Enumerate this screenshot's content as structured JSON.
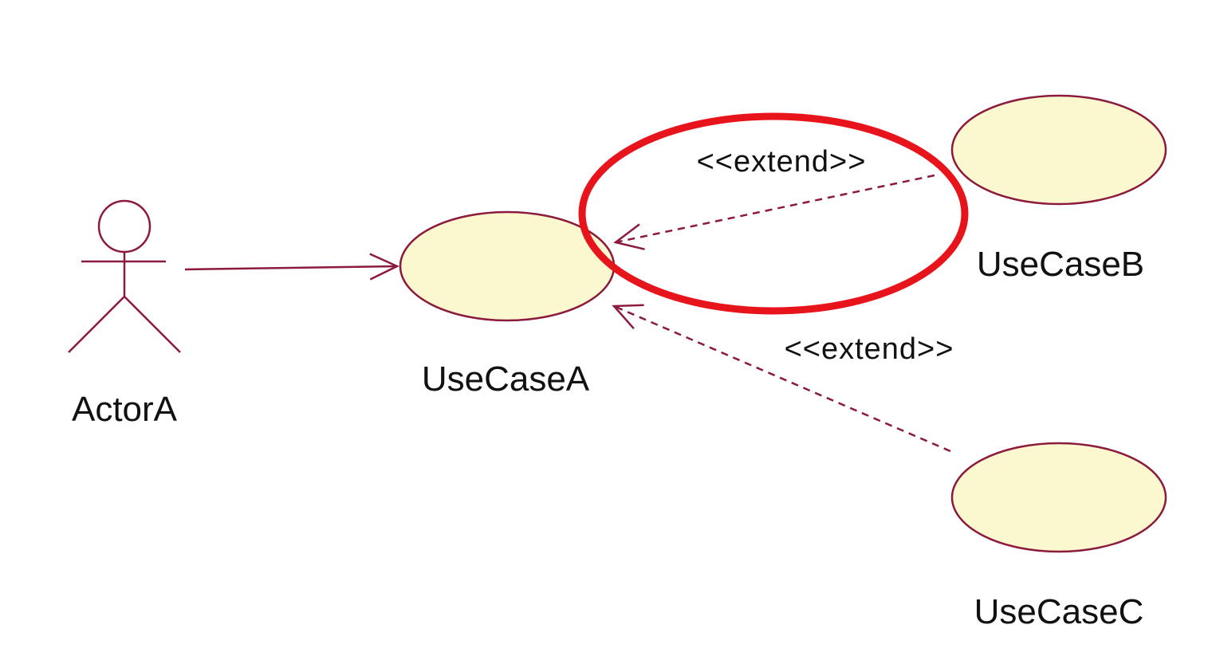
{
  "colors": {
    "line": "#8b1a3c",
    "usecase_fill": "#fbf7cf",
    "highlight": "#e8141b",
    "text": "#111111"
  },
  "actor": {
    "name": "ActorA"
  },
  "use_cases": {
    "a": {
      "name": "UseCaseA"
    },
    "b": {
      "name": "UseCaseB"
    },
    "c": {
      "name": "UseCaseC"
    }
  },
  "relations": {
    "extend_b": {
      "stereotype": "<<extend>>"
    },
    "extend_c": {
      "stereotype": "<<extend>>"
    }
  }
}
